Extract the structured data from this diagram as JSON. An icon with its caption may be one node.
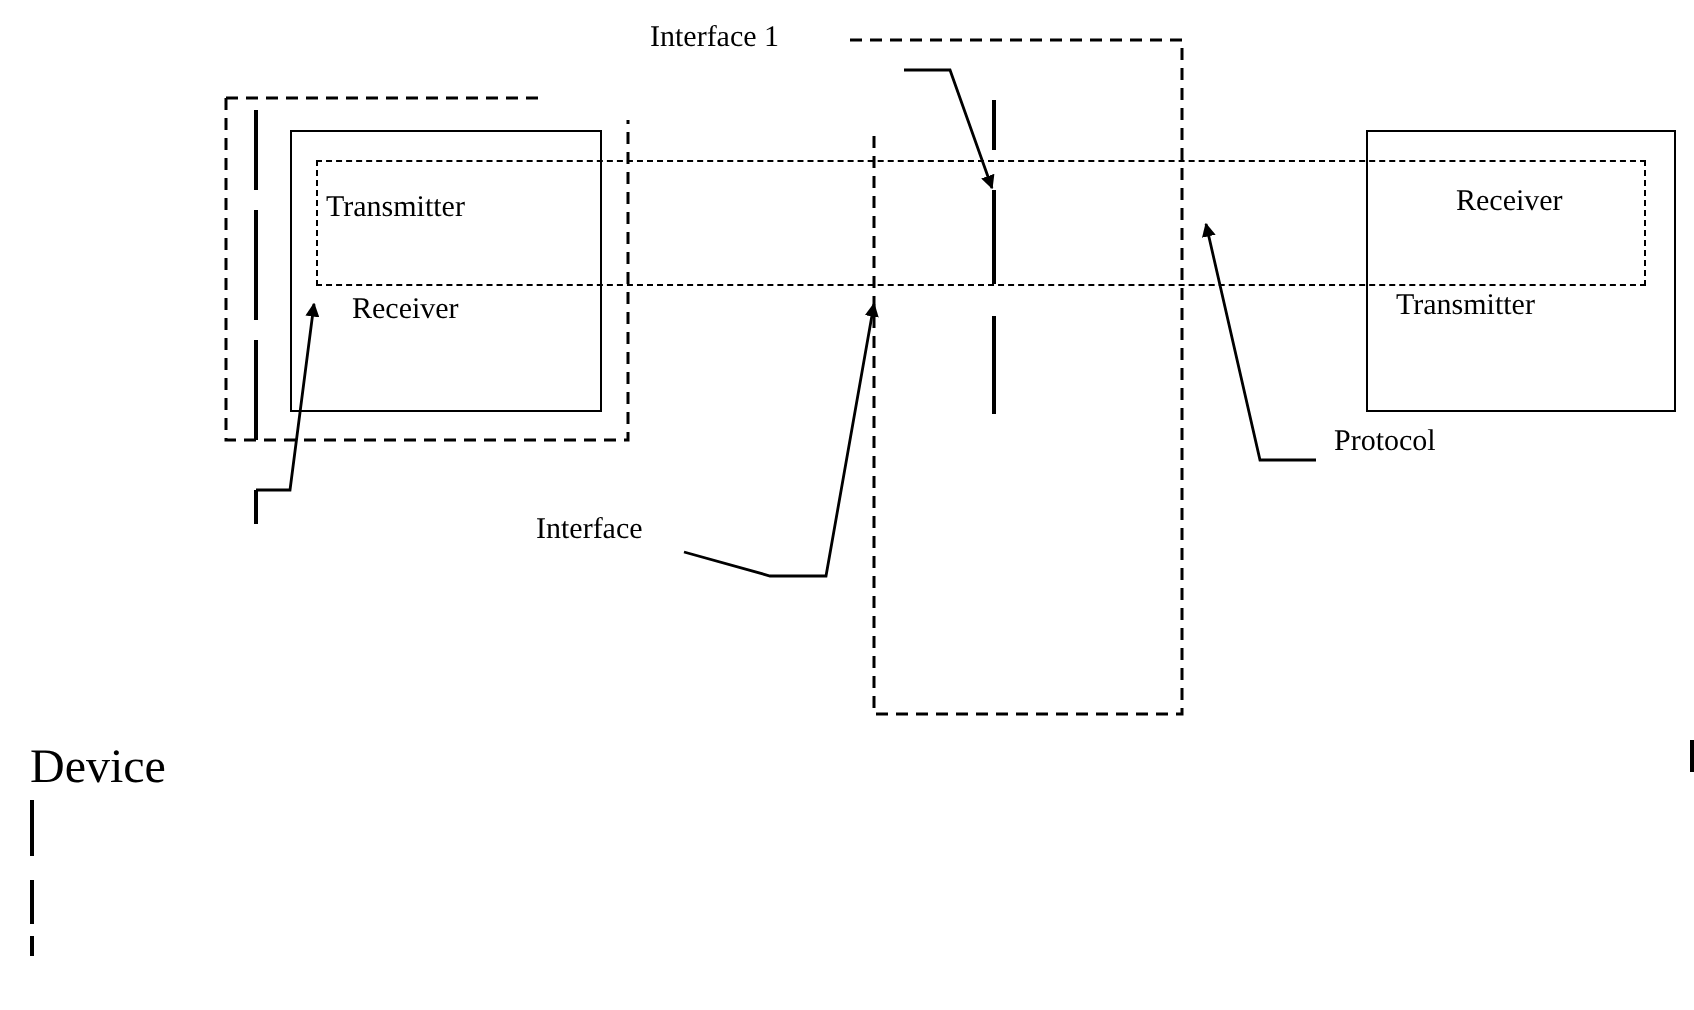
{
  "diagram": {
    "nodes": [
      {
        "text": [],
        "shape": "box"
      },
      {
        "text": [
          "Transmitter",
          "Receiver"
        ],
        "in": 0
      },
      {
        "text": [
          "Receiver",
          "Transmitter"
        ]
      },
      {
        "text": [
          "Interface 1"
        ]
      },
      {
        "text": [],
        "shape": "box"
      },
      {
        "text": [
          "Protocol"
        ]
      },
      {
        "text": [
          "Interface"
        ]
      },
      {
        "text": [],
        "shape": "bar",
        "in": 3
      }
    ],
    "edges": [
      {
        "from": 6,
        "to": 3,
        "arrow": "to"
      },
      {
        "from": 5,
        "to": 4,
        "arrow": "to"
      },
      {
        "from": 3,
        "to": 7,
        "arrow": "to"
      },
      {
        "from": null,
        "to": 1,
        "arrow": "to"
      }
    ],
    "labels": [
      "Device"
    ]
  }
}
